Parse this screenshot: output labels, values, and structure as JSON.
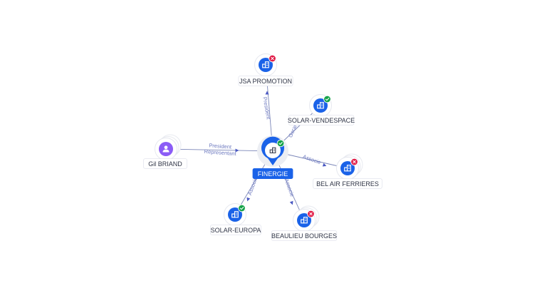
{
  "center": {
    "label": "FINERGIE",
    "icon": "building-icon",
    "status": "active",
    "color": "#1a62e8"
  },
  "nodes": [
    {
      "id": "jsa",
      "label": "JSA PROMOTION",
      "type": "company",
      "status": "closed",
      "icon": "building-icon"
    },
    {
      "id": "vendespace",
      "label": "SOLAR-VENDESPACE",
      "type": "company",
      "status": "active",
      "icon": "building-icon"
    },
    {
      "id": "belair",
      "label": "BEL AIR FERRIERES",
      "type": "company",
      "status": "closed",
      "icon": "building-icon"
    },
    {
      "id": "beaulieu",
      "label": "BEAULIEU BOURGES",
      "type": "company",
      "status": "closed",
      "icon": "building-icon"
    },
    {
      "id": "europa",
      "label": "SOLAR-EUROPA",
      "type": "company",
      "status": "active",
      "icon": "building-icon"
    },
    {
      "id": "gil",
      "label": "Gil BRIAND",
      "type": "person",
      "icon": "person-icon"
    }
  ],
  "edges": [
    {
      "target": "jsa",
      "labels": [
        "President"
      ]
    },
    {
      "target": "vendespace",
      "labels": [
        "Gerant"
      ]
    },
    {
      "target": "belair",
      "labels": [
        "Associe"
      ]
    },
    {
      "target": "beaulieu",
      "labels": [
        "Associe"
      ]
    },
    {
      "target": "europa",
      "labels": [
        "Associe"
      ]
    },
    {
      "target": "gil",
      "labels": [
        "President",
        "Representant"
      ]
    }
  ],
  "colors": {
    "company": "#1a62e8",
    "person": "#8b5cf6",
    "active_badge": "#16a34a",
    "closed_badge": "#e11d48",
    "edge": "#7b86b8"
  }
}
